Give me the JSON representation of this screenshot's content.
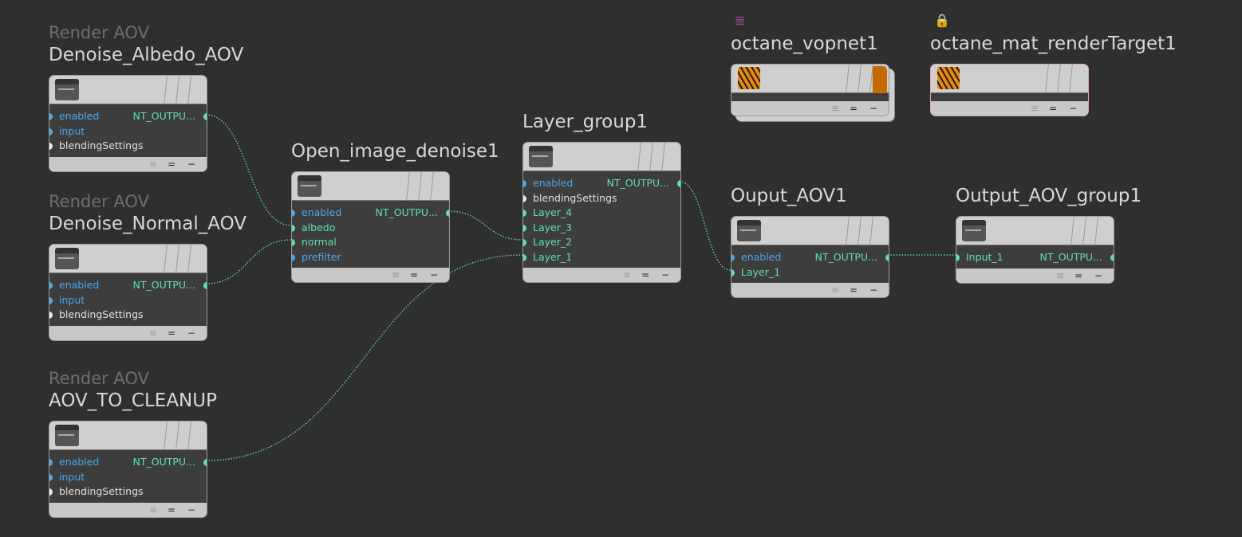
{
  "nodes": [
    {
      "id": "albedo",
      "subtitle": "Render AOV",
      "title": "Denoise_Albedo_AOV",
      "output": "NT_OUTPU...",
      "ports": [
        {
          "label": "enabled",
          "color": "#4aa8f0"
        },
        {
          "label": "input",
          "color": "#4aa8f0"
        },
        {
          "label": "blendingSettings",
          "color": "#e8e8e8"
        }
      ]
    },
    {
      "id": "normal",
      "subtitle": "Render AOV",
      "title": "Denoise_Normal_AOV",
      "output": "NT_OUTPU...",
      "ports": [
        {
          "label": "enabled",
          "color": "#4aa8f0"
        },
        {
          "label": "input",
          "color": "#4aa8f0"
        },
        {
          "label": "blendingSettings",
          "color": "#e8e8e8"
        }
      ]
    },
    {
      "id": "cleanup",
      "subtitle": "Render AOV",
      "title": "AOV_TO_CLEANUP",
      "output": "NT_OUTPU...",
      "ports": [
        {
          "label": "enabled",
          "color": "#4aa8f0"
        },
        {
          "label": "input",
          "color": "#4aa8f0"
        },
        {
          "label": "blendingSettings",
          "color": "#e8e8e8"
        }
      ]
    },
    {
      "id": "denoise",
      "title": "Open_image_denoise1",
      "output": "NT_OUTPU...",
      "ports": [
        {
          "label": "enabled",
          "color": "#4aa8f0"
        },
        {
          "label": "albedo",
          "color": "#5ee0b0"
        },
        {
          "label": "normal",
          "color": "#5ee0b0"
        },
        {
          "label": "prefilter",
          "color": "#4aa8f0"
        }
      ]
    },
    {
      "id": "layergroup",
      "title": "Layer_group1",
      "output": "NT_OUTPU...",
      "ports": [
        {
          "label": "enabled",
          "color": "#4aa8f0"
        },
        {
          "label": "blendingSettings",
          "color": "#e8e8e8"
        },
        {
          "label": "Layer_4",
          "color": "#5ee0b0"
        },
        {
          "label": "Layer_3",
          "color": "#5ee0b0"
        },
        {
          "label": "Layer_2",
          "color": "#5ee0b0"
        },
        {
          "label": "Layer_1",
          "color": "#5ee0b0"
        }
      ]
    },
    {
      "id": "ouput",
      "title": "Ouput_AOV1",
      "output": "NT_OUTPU...",
      "ports": [
        {
          "label": "enabled",
          "color": "#4aa8f0"
        },
        {
          "label": "Layer_1",
          "color": "#5ee0b0"
        }
      ]
    },
    {
      "id": "outgroup",
      "title": "Output_AOV_group1",
      "output": "NT_OUTPU...",
      "ports": [
        {
          "label": "Input_1",
          "color": "#5ee0b0"
        }
      ]
    },
    {
      "id": "vopnet",
      "title": "octane_vopnet1",
      "badge": "database-icon",
      "ports": []
    },
    {
      "id": "mat",
      "title": "octane_mat_renderTarget1",
      "badge": "lock-icon",
      "ports": []
    }
  ],
  "colors": {
    "wire": "#5ee0b0",
    "background": "#2f2f2f"
  }
}
